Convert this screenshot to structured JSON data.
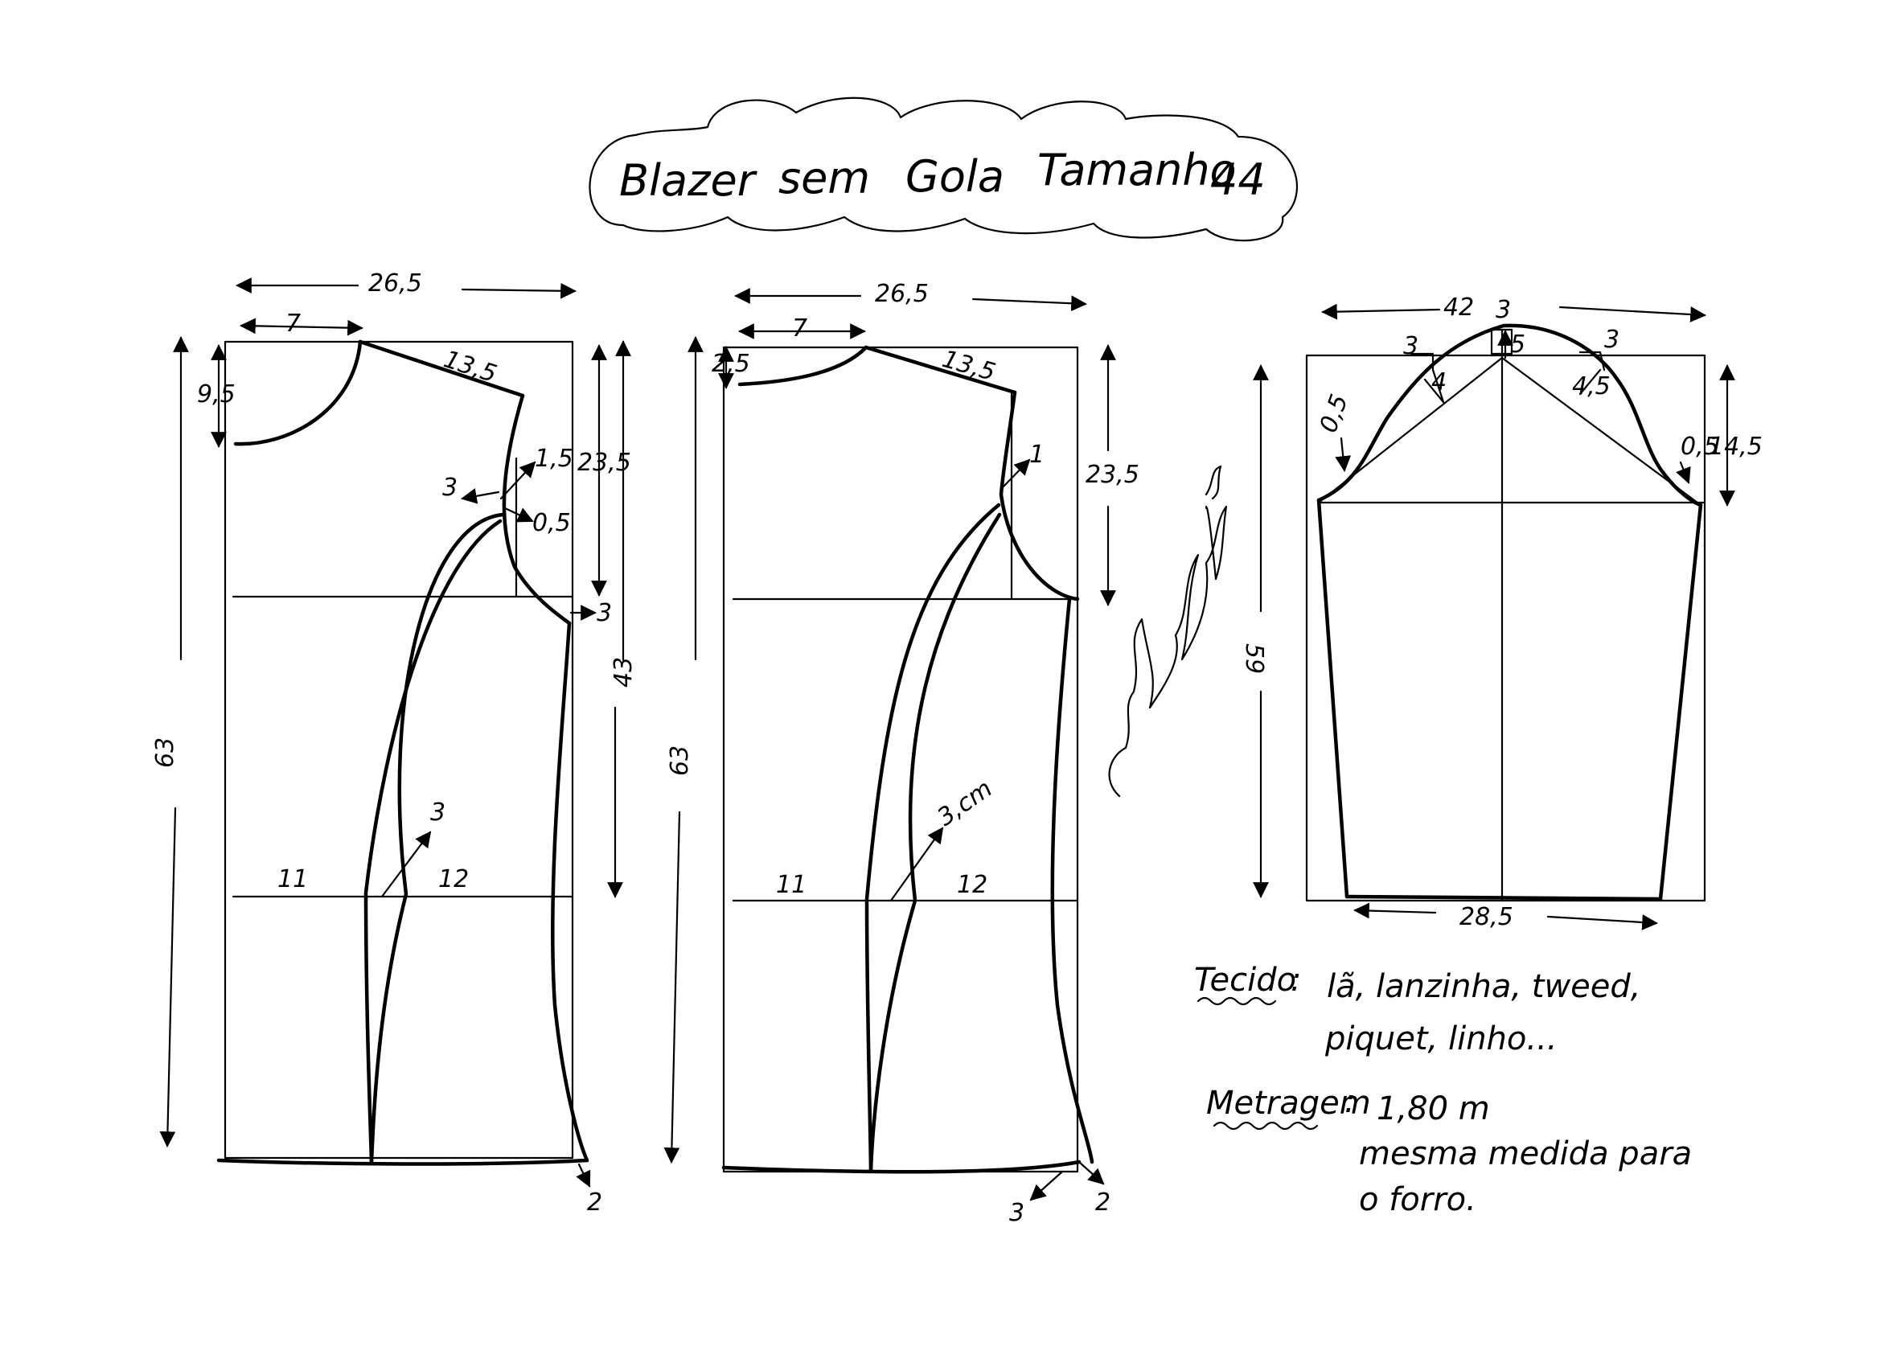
{
  "title": {
    "w1": "Blazer",
    "w2": "sem",
    "w3": "Gola",
    "w4": "Tamanho",
    "w5": "44"
  },
  "back_piece": {
    "width": "26,5",
    "neck_width": "7",
    "shoulder": "13,5",
    "neck_depth": "9,5",
    "armhole_depth": "23,5",
    "total_length": "63",
    "waist_to_top": "43",
    "side_out": "1,5",
    "armhole_in": "0,5",
    "curve_offset": "3",
    "side_ext": "3",
    "dart_label": "3",
    "waist_left": "11",
    "waist_right": "12",
    "hem_ext": "2"
  },
  "front_piece": {
    "width": "26,5",
    "neck_width": "7",
    "shoulder": "13,5",
    "neck_drop": "2,5",
    "armhole_depth": "23,5",
    "total_length": "63",
    "side_out": "1",
    "dart_label": "3,cm",
    "waist_left": "11",
    "waist_right": "12",
    "hem_left": "3",
    "hem_right": "2"
  },
  "sleeve": {
    "cap_width": "42",
    "cap_top": "3",
    "cap_center": "5",
    "left_guide": "3",
    "left_depth": "4",
    "right_guide": "3",
    "right_depth": "4,5",
    "left_edge": "0,5",
    "right_edge": "0,5",
    "cap_height": "14,5",
    "length": "59",
    "cuff_width": "28,5"
  },
  "notes": {
    "fabric_label": "Tecido",
    "fabric_colon": ":",
    "fabric_line1": "lã, lanzinha, tweed,",
    "fabric_line2": "piquet, linho...",
    "yardage_label": "Metragem",
    "yardage_colon": ":",
    "yardage_value": "1,80  m",
    "yardage_line2": "mesma medida para",
    "yardage_line3": "o forro."
  }
}
